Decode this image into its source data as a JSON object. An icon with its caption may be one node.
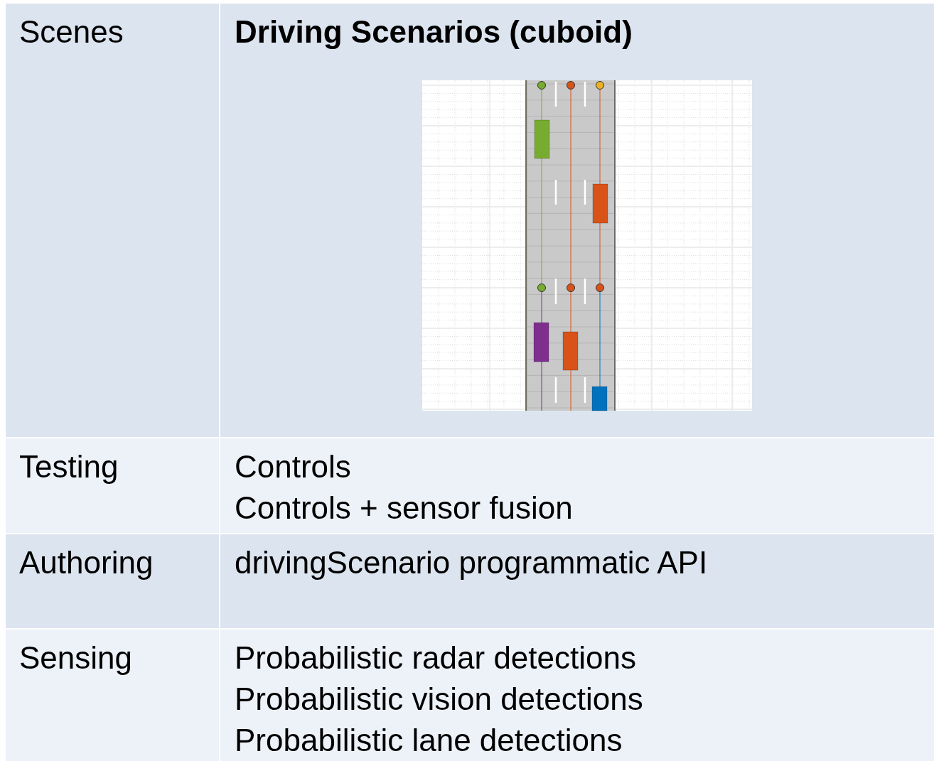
{
  "diagram": {
    "labels": [
      "Scenes",
      "Driving Scenarios (cuboid)",
      "Testing",
      "Controls",
      "Controls + sensor fusion",
      "Authoring",
      "drivingScenario programmatic API",
      "Sensing",
      "Probabilistic radar detections",
      "Probabilistic vision detections",
      "Probabilistic lane detections"
    ]
  }
}
